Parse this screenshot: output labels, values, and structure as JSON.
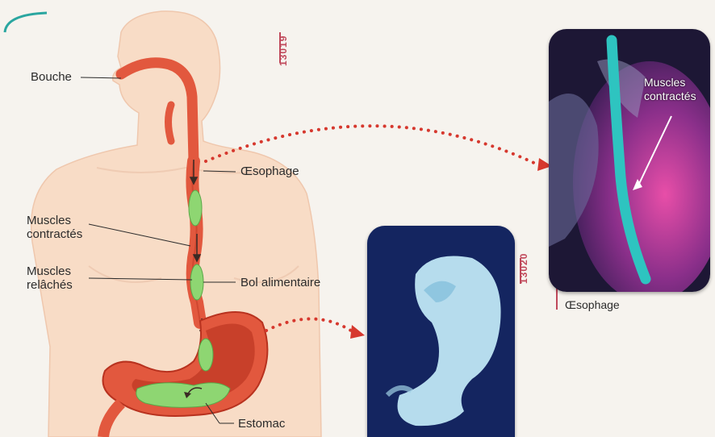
{
  "labels": {
    "bouche": "Bouche",
    "oesophage": "Œsophage",
    "muscles_contractes_line1": "Muscles",
    "muscles_contractes_line2": "contractés",
    "muscles_relaches_line1": "Muscles",
    "muscles_relaches_line2": "relâchés",
    "bol_alimentaire": "Bol alimentaire",
    "estomac": "Estomac"
  },
  "photo_top": {
    "ref_code": "13019",
    "inner_label_line1": "Muscles",
    "inner_label_line2": "contractés",
    "caption": "Œsophage"
  },
  "photo_bottom": {
    "ref_code": "13020"
  },
  "colors": {
    "skin": "#f8dcc6",
    "organ": "#e2583e",
    "organ_dark": "#b8321f",
    "bolus": "#8ed672",
    "arrow_dotted": "#d6382e",
    "accent_ref": "#c0485a"
  }
}
